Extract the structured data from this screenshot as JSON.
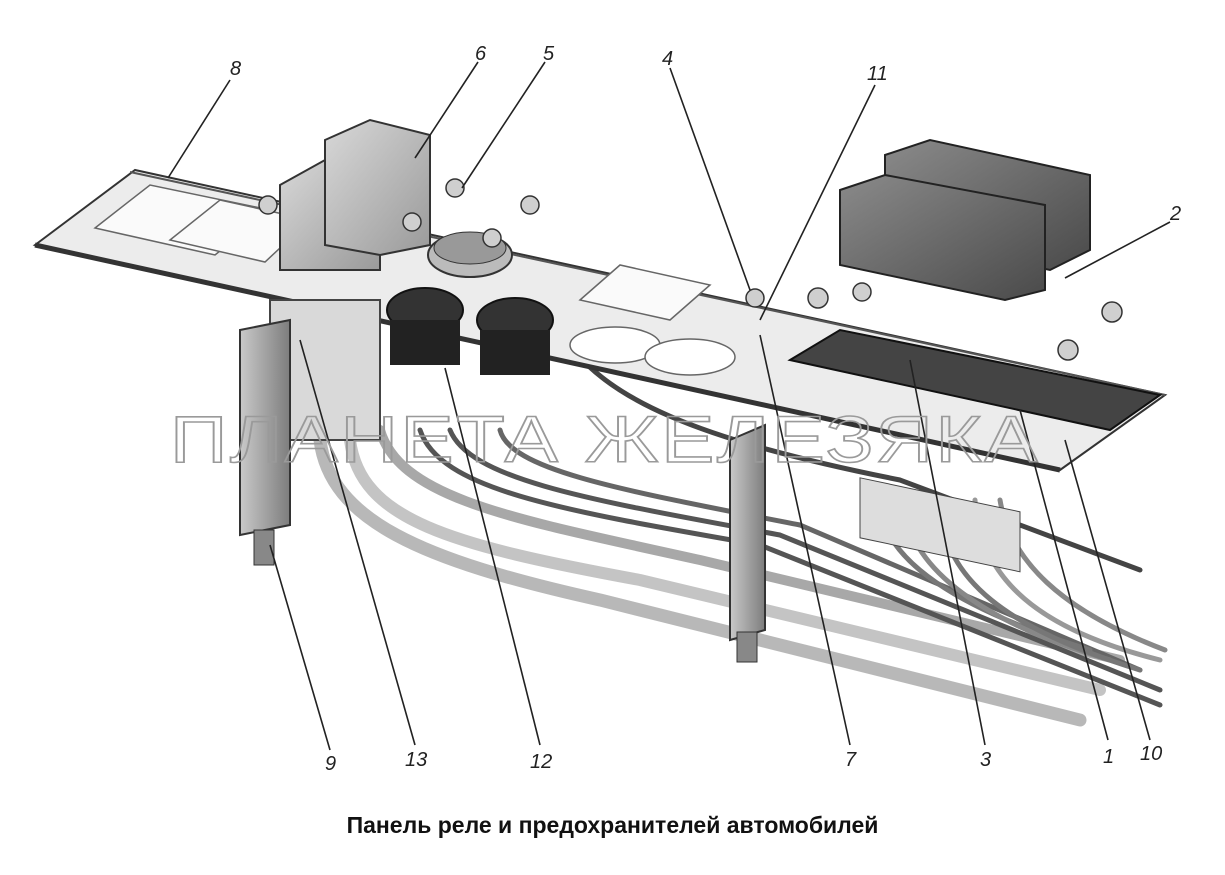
{
  "caption": "Панель реле и предохранителей автомобилей",
  "watermark": "ПЛАНЕТА ЖЕЛЕЗЯКА",
  "callouts": [
    {
      "id": "8",
      "label": "8"
    },
    {
      "id": "6",
      "label": "6"
    },
    {
      "id": "5",
      "label": "5"
    },
    {
      "id": "4",
      "label": "4"
    },
    {
      "id": "11",
      "label": "11"
    },
    {
      "id": "2",
      "label": "2"
    },
    {
      "id": "9",
      "label": "9"
    },
    {
      "id": "13",
      "label": "13"
    },
    {
      "id": "12",
      "label": "12"
    },
    {
      "id": "7",
      "label": "7"
    },
    {
      "id": "3",
      "label": "3"
    },
    {
      "id": "1",
      "label": "1"
    },
    {
      "id": "10",
      "label": "10"
    }
  ]
}
